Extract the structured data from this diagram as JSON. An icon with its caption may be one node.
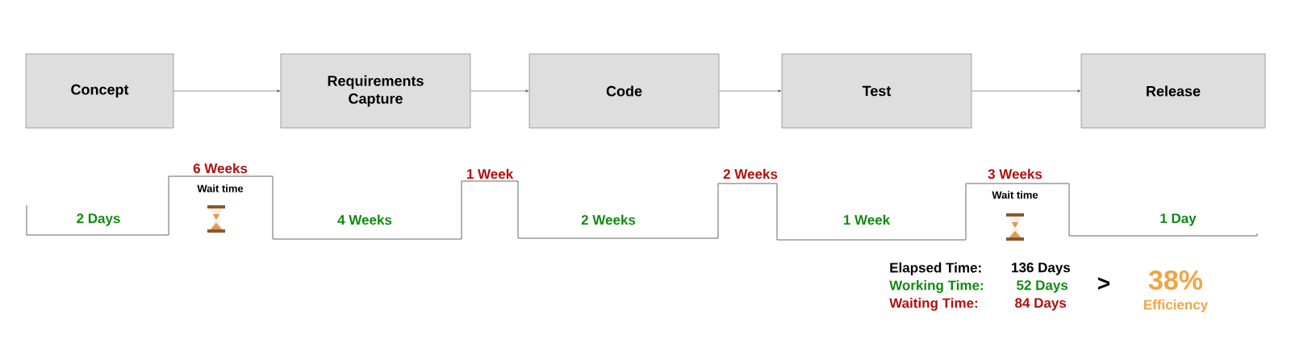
{
  "diagram": {
    "nodes": [
      {
        "text": [
          "Concept"
        ]
      },
      {
        "text": [
          "Requirements Capture"
        ]
      },
      {
        "text": [
          "Code"
        ]
      },
      {
        "text": [
          "Test"
        ]
      },
      {
        "text": [
          "Release"
        ]
      }
    ],
    "edges": [
      {
        "from": 0,
        "to": 1,
        "arrow": "to"
      },
      {
        "from": 1,
        "to": 2,
        "arrow": "to"
      },
      {
        "from": 2,
        "to": 3,
        "arrow": "to"
      },
      {
        "from": 3,
        "to": 4,
        "arrow": "to"
      }
    ],
    "labels": [
      "6 Weeks",
      "1 Week",
      "2 Weeks",
      "3 Weeks",
      "Wait time",
      "Wait time",
      "2 Days",
      "4 Weeks",
      "2 Weeks",
      "1 Week",
      "1 Day",
      "Elapsed Time:",
      "136 Days",
      "38%",
      "Working Time:",
      "52 Days",
      ">",
      "Waiting Time:",
      "84 Days",
      "Efficiency"
    ]
  }
}
